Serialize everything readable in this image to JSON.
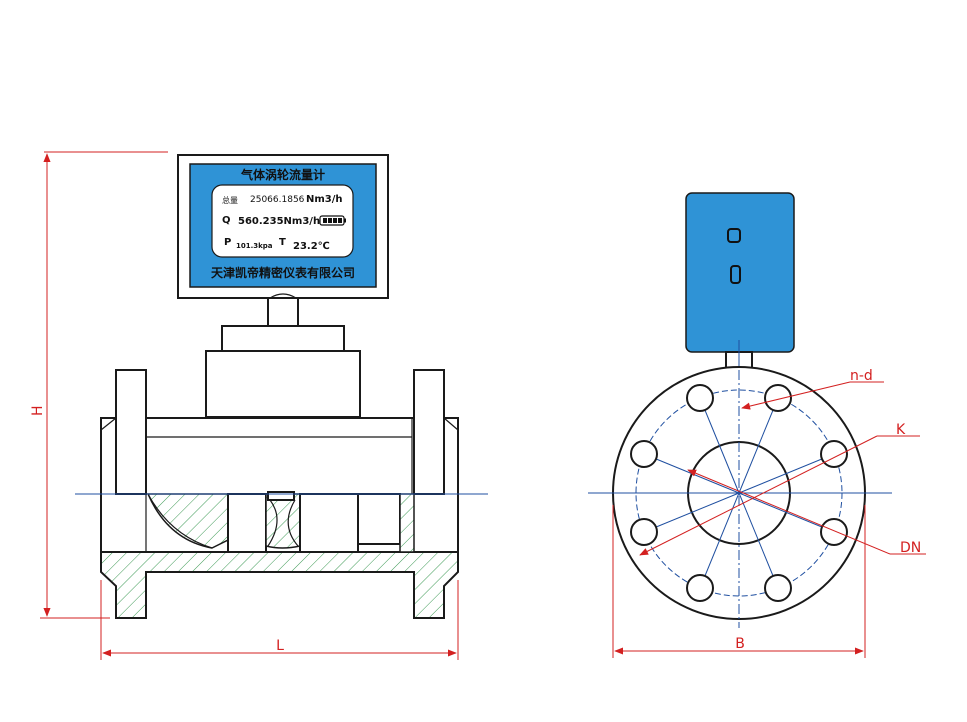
{
  "meter": {
    "title": "气体涡轮流量计",
    "total_label": "总量",
    "total_value": "25066.1856",
    "total_unit": "Nm3/h",
    "q_label": "Q",
    "q_value": "560.235Nm3/h",
    "p_label": "P",
    "p_value": "101.3kpa",
    "t_label": "T",
    "t_value": "23.2℃",
    "company": "天津凯帝精密仪表有限公司"
  },
  "dimensions": {
    "height": "H",
    "length": "L",
    "bolt_pattern": "n-d",
    "pitch_circle": "K",
    "nominal_diameter": "DN",
    "flange_width": "B"
  },
  "colors": {
    "display_blue": "#2f93d6",
    "dimension_red": "#d32020",
    "centerline_blue": "#1f4fa0",
    "hatch_green": "#3d9a55"
  }
}
